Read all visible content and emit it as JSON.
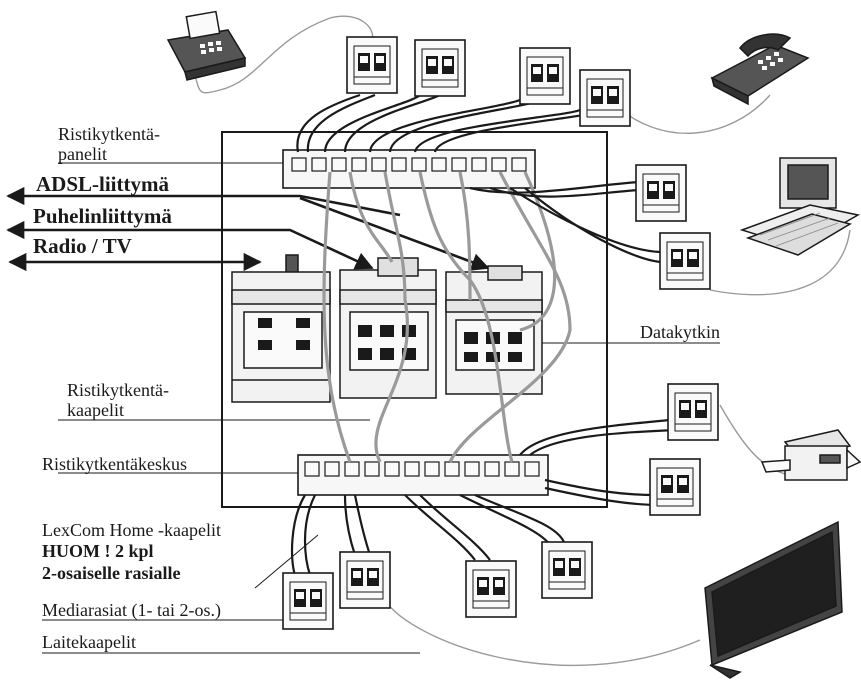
{
  "labels": {
    "ristikytkenta_panelit_1": "Ristikytkentä-",
    "ristikytkenta_panelit_2": "panelit",
    "adsl": "ADSL-liittymä",
    "puhelin": "Puhelinliittymä",
    "radio_tv": "Radio / TV",
    "datakytkin": "Datakytkin",
    "ristikytkenta_kaapelit_1": "Ristikytkentä-",
    "ristikytkenta_kaapelit_2": "kaapelit",
    "keskus": "Ristikytkentäkeskus",
    "lexcom": "LexCom Home -kaapelit",
    "huom": "HUOM ! 2 kpl",
    "osaiselle": "2-osaiselle rasialle",
    "mediarasiat": "Mediarasiat (1- tai 2-os.)",
    "laitekaapelit": "Laitekaapelit"
  },
  "colors": {
    "ink": "#1a1a1a",
    "cable_gray": "#9a9a9a",
    "device_fill": "#f2f2f2",
    "panel_fill": "#f7f7f7"
  },
  "icons": [
    "fax-icon",
    "telephone-icon",
    "computer-icon",
    "printer-icon",
    "tv-icon"
  ]
}
